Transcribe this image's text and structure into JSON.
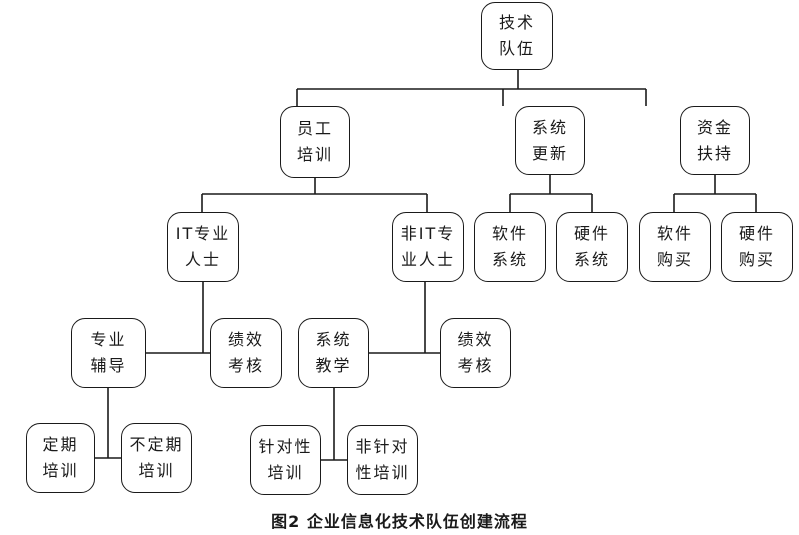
{
  "diagram": {
    "title": "图2 企业信息化技术队伍创建流程",
    "nodes": [
      {
        "id": "root",
        "label": "技术\n队伍"
      },
      {
        "id": "staff_training",
        "label": "员工\n培训"
      },
      {
        "id": "system_update",
        "label": "系统\n更新"
      },
      {
        "id": "fund_support",
        "label": "资金\n扶持"
      },
      {
        "id": "it_pro",
        "label": "IT专业\n人士"
      },
      {
        "id": "non_it_pro",
        "label": "非IT专\n业人士"
      },
      {
        "id": "software_system",
        "label": "软件\n系统"
      },
      {
        "id": "hardware_system",
        "label": "硬件\n系统"
      },
      {
        "id": "software_purchase",
        "label": "软件\n购买"
      },
      {
        "id": "hardware_purchase",
        "label": "硬件\n购买"
      },
      {
        "id": "pro_guidance",
        "label": "专业\n辅导"
      },
      {
        "id": "perf_eval_1",
        "label": "绩效\n考核"
      },
      {
        "id": "system_teaching",
        "label": "系统\n教学"
      },
      {
        "id": "perf_eval_2",
        "label": "绩效\n考核"
      },
      {
        "id": "regular_training",
        "label": "定期\n培训"
      },
      {
        "id": "irregular_training",
        "label": "不定期\n培训"
      },
      {
        "id": "targeted_training",
        "label": "针对性\n培训"
      },
      {
        "id": "non_targeted_training",
        "label": "非针对\n性培训"
      }
    ],
    "edges": [
      [
        "root",
        "staff_training"
      ],
      [
        "root",
        "system_update"
      ],
      [
        "root",
        "fund_support"
      ],
      [
        "staff_training",
        "it_pro"
      ],
      [
        "staff_training",
        "non_it_pro"
      ],
      [
        "system_update",
        "software_system"
      ],
      [
        "system_update",
        "hardware_system"
      ],
      [
        "fund_support",
        "software_purchase"
      ],
      [
        "fund_support",
        "hardware_purchase"
      ],
      [
        "it_pro",
        "pro_guidance"
      ],
      [
        "it_pro",
        "perf_eval_1"
      ],
      [
        "non_it_pro",
        "system_teaching"
      ],
      [
        "non_it_pro",
        "perf_eval_2"
      ],
      [
        "pro_guidance",
        "regular_training"
      ],
      [
        "pro_guidance",
        "irregular_training"
      ],
      [
        "system_teaching",
        "targeted_training"
      ],
      [
        "system_teaching",
        "non_targeted_training"
      ]
    ]
  }
}
